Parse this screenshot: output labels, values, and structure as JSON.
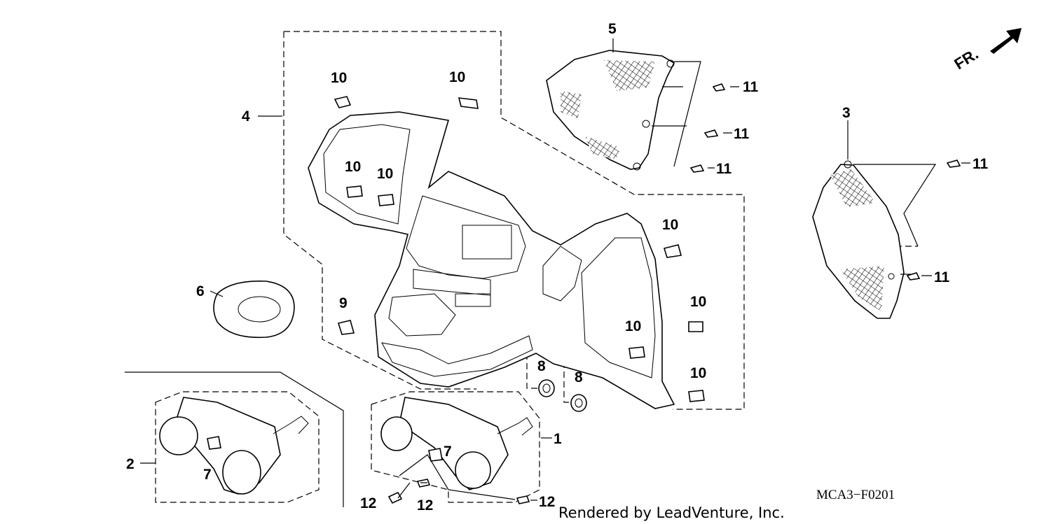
{
  "diagram": {
    "callouts": [
      {
        "id": "c1",
        "label": "1"
      },
      {
        "id": "c2",
        "label": "2"
      },
      {
        "id": "c3",
        "label": "3"
      },
      {
        "id": "c4",
        "label": "4"
      },
      {
        "id": "c5",
        "label": "5"
      },
      {
        "id": "c6",
        "label": "6"
      },
      {
        "id": "c7a",
        "label": "7"
      },
      {
        "id": "c7b",
        "label": "7"
      },
      {
        "id": "c8a",
        "label": "8"
      },
      {
        "id": "c8b",
        "label": "8"
      },
      {
        "id": "c9",
        "label": "9"
      },
      {
        "id": "c10a",
        "label": "10"
      },
      {
        "id": "c10b",
        "label": "10"
      },
      {
        "id": "c10c",
        "label": "10"
      },
      {
        "id": "c10d",
        "label": "10"
      },
      {
        "id": "c10e",
        "label": "10"
      },
      {
        "id": "c10f",
        "label": "10"
      },
      {
        "id": "c10g",
        "label": "10"
      },
      {
        "id": "c10h",
        "label": "10"
      },
      {
        "id": "c11a",
        "label": "11"
      },
      {
        "id": "c11b",
        "label": "11"
      },
      {
        "id": "c11c",
        "label": "11"
      },
      {
        "id": "c11d",
        "label": "11"
      },
      {
        "id": "c11e",
        "label": "11"
      },
      {
        "id": "c12a",
        "label": "12"
      },
      {
        "id": "c12b",
        "label": "12"
      },
      {
        "id": "c12c",
        "label": "12"
      }
    ],
    "direction_label": "FR.",
    "diagram_code": "MCA3−F0201",
    "credit": "Rendered by LeadVenture, Inc."
  }
}
